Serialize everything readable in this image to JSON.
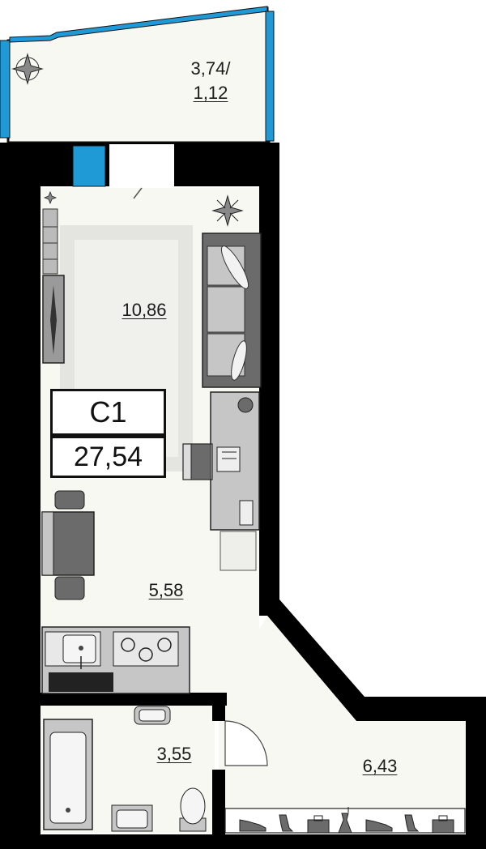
{
  "unit": {
    "type": "С1",
    "total_area": "27,54"
  },
  "rooms": {
    "balcony": {
      "area_line1": "3,74/",
      "area_line2": "1,12"
    },
    "living_room": {
      "area": "10,86"
    },
    "kitchen": {
      "area": "5,58"
    },
    "bathroom": {
      "area": "3,55"
    },
    "hallway": {
      "area": "6,43"
    }
  },
  "colors": {
    "wall": "#000000",
    "floor": "#f8f8f2",
    "window": "#1f9ad6",
    "furniture_dark": "#6b6b6b",
    "furniture_light": "#c6c6c6"
  }
}
